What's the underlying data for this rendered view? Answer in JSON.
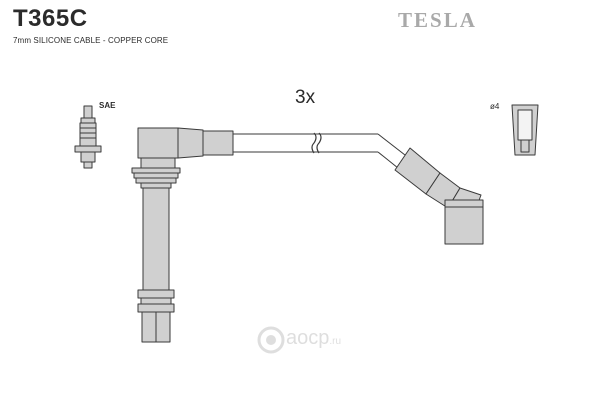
{
  "part_code": "T365C",
  "spec_line": "7mm SILICONE CABLE - COPPER CORE",
  "brand": "TESLA",
  "quantity_label": "3x",
  "spark_plug_label": "SAE",
  "terminal_label": "ø4",
  "watermark": {
    "name": "aocp",
    "tld": ".ru"
  },
  "colors": {
    "part_fill": "#d0d0d0",
    "outline": "#3a3a3a",
    "text": "#2b2b2b",
    "brand": "#a9a9a9"
  }
}
